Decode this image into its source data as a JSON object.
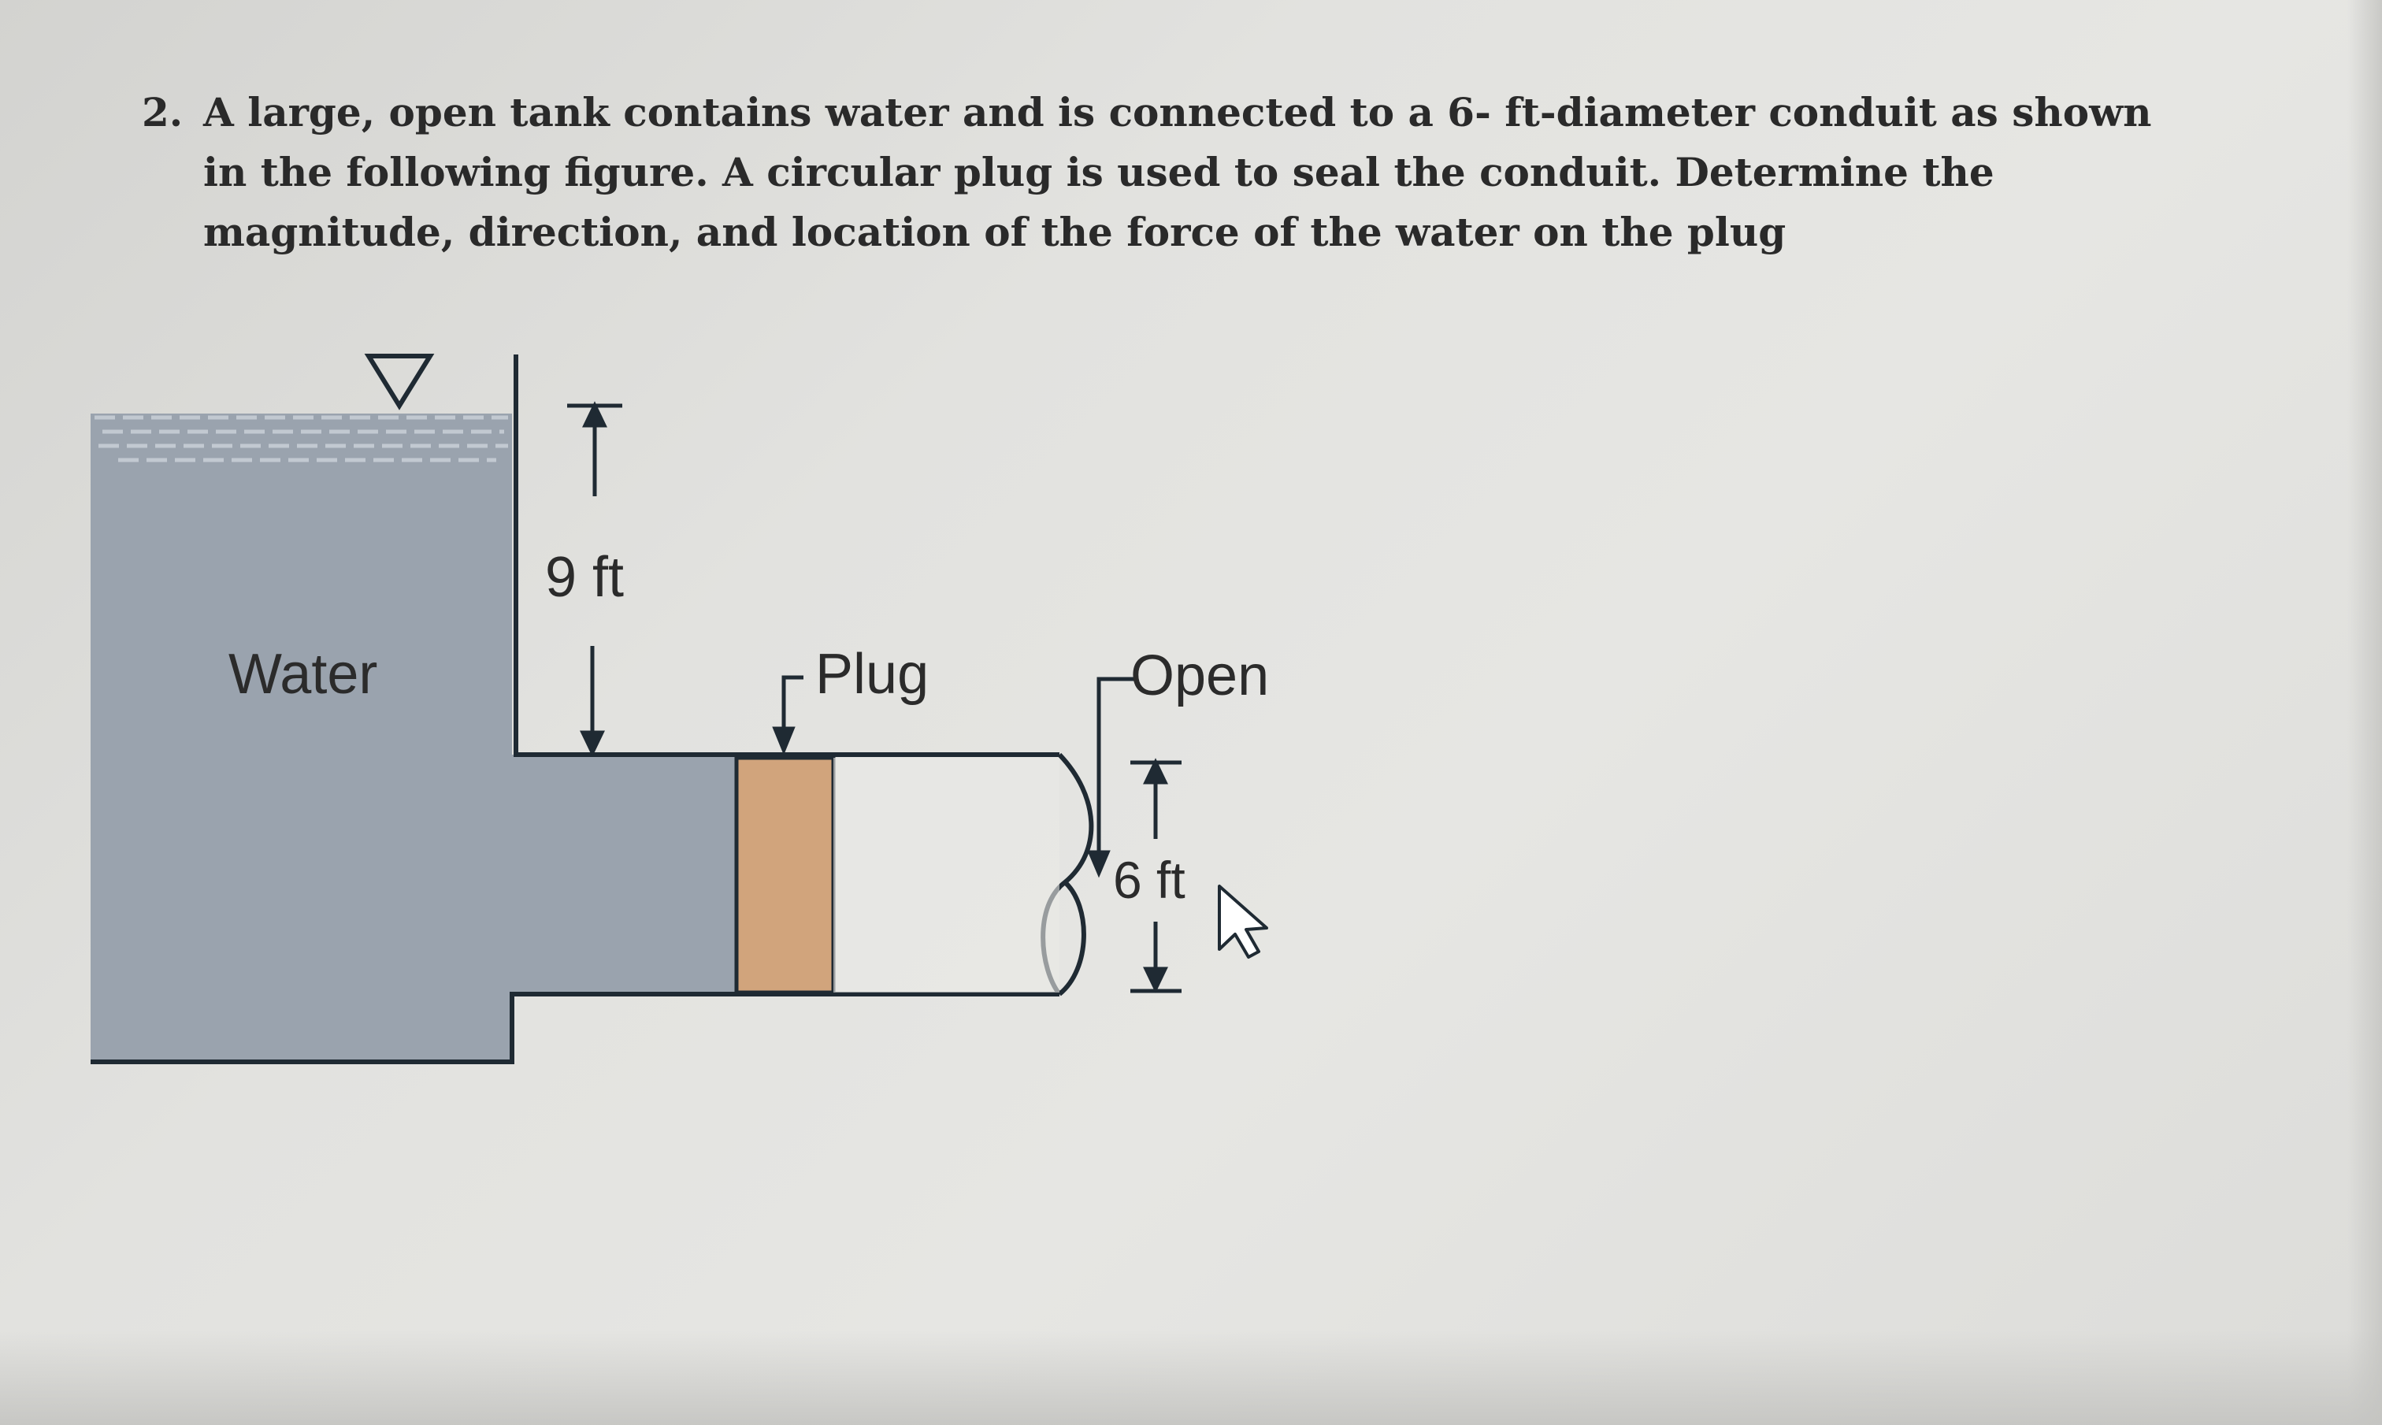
{
  "problem": {
    "number": "2.",
    "text": "A large, open tank contains water and is connected to a 6- ft-diameter conduit as shown in the following figure. A circular plug is used to seal the conduit. Determine the magnitude, direction, and location of the force of the water on the plug"
  },
  "figure": {
    "water_label": "Water",
    "depth_label": "9 ft",
    "plug_label": "Plug",
    "open_label": "Open",
    "diameter_label": "6 ft",
    "colors": {
      "water": "#9aa3ae",
      "plug": "#d1a47c",
      "outline": "#1f2a33"
    }
  }
}
